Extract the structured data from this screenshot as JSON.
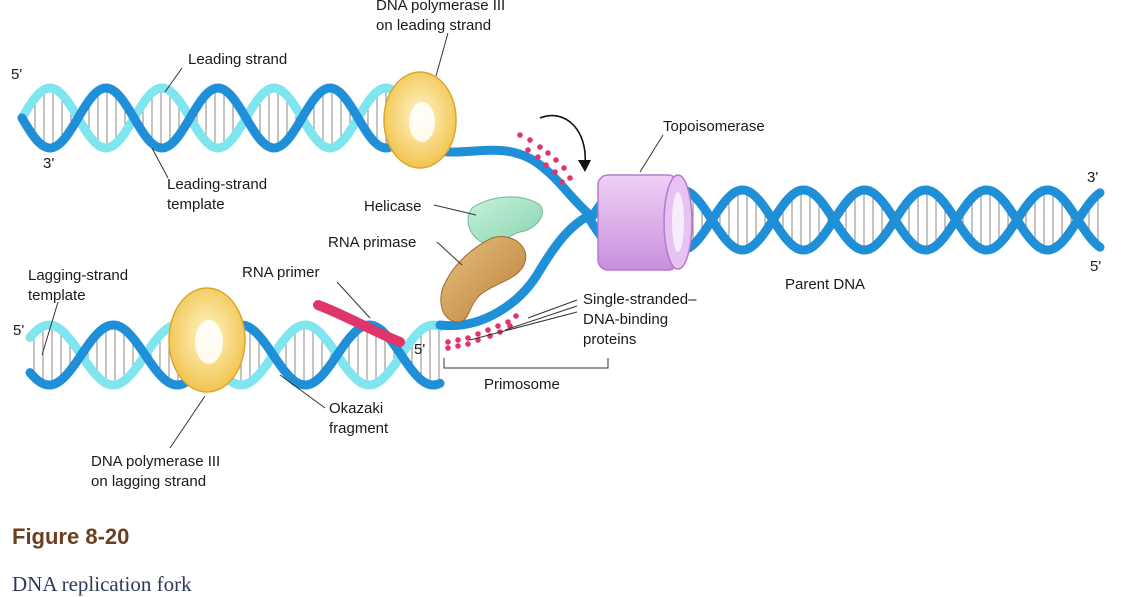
{
  "diagram": {
    "labels": {
      "pol3_leading": [
        "DNA polymerase III",
        "on leading strand"
      ],
      "leading_strand": "Leading strand",
      "five_prime_top": "5'",
      "three_prime_top": "3'",
      "leading_template": [
        "Leading-strand",
        "template"
      ],
      "topoisomerase": "Topoisomerase",
      "three_prime_right": "3'",
      "helicase": "Helicase",
      "rna_primase": "RNA primase",
      "five_prime_right": "5'",
      "parent_dna": "Parent DNA",
      "lagging_template": [
        "Lagging-strand",
        "template"
      ],
      "rna_primer": "RNA primer",
      "five_prime_left": "5'",
      "five_prime_mid": "5'",
      "ssb": [
        "Single-stranded–",
        "DNA-binding",
        "proteins"
      ],
      "primosome": "Primosome",
      "okazaki": [
        "Okazaki",
        "fragment"
      ],
      "pol3_lagging": [
        "DNA polymerase III",
        "on lagging strand"
      ]
    },
    "colors": {
      "strand_blue": "#1f8fd8",
      "strand_light": "#7fe6f0",
      "rna_primer": "#e0356a",
      "polymerase": "#f4cb5a",
      "topoisomerase": "#dca8ea",
      "helicase": "#9fe0c0",
      "primase": "#d2a060",
      "ssb_dots": "#e0356a"
    }
  },
  "figure_title": "Figure 8-20",
  "caption": "DNA replication fork"
}
